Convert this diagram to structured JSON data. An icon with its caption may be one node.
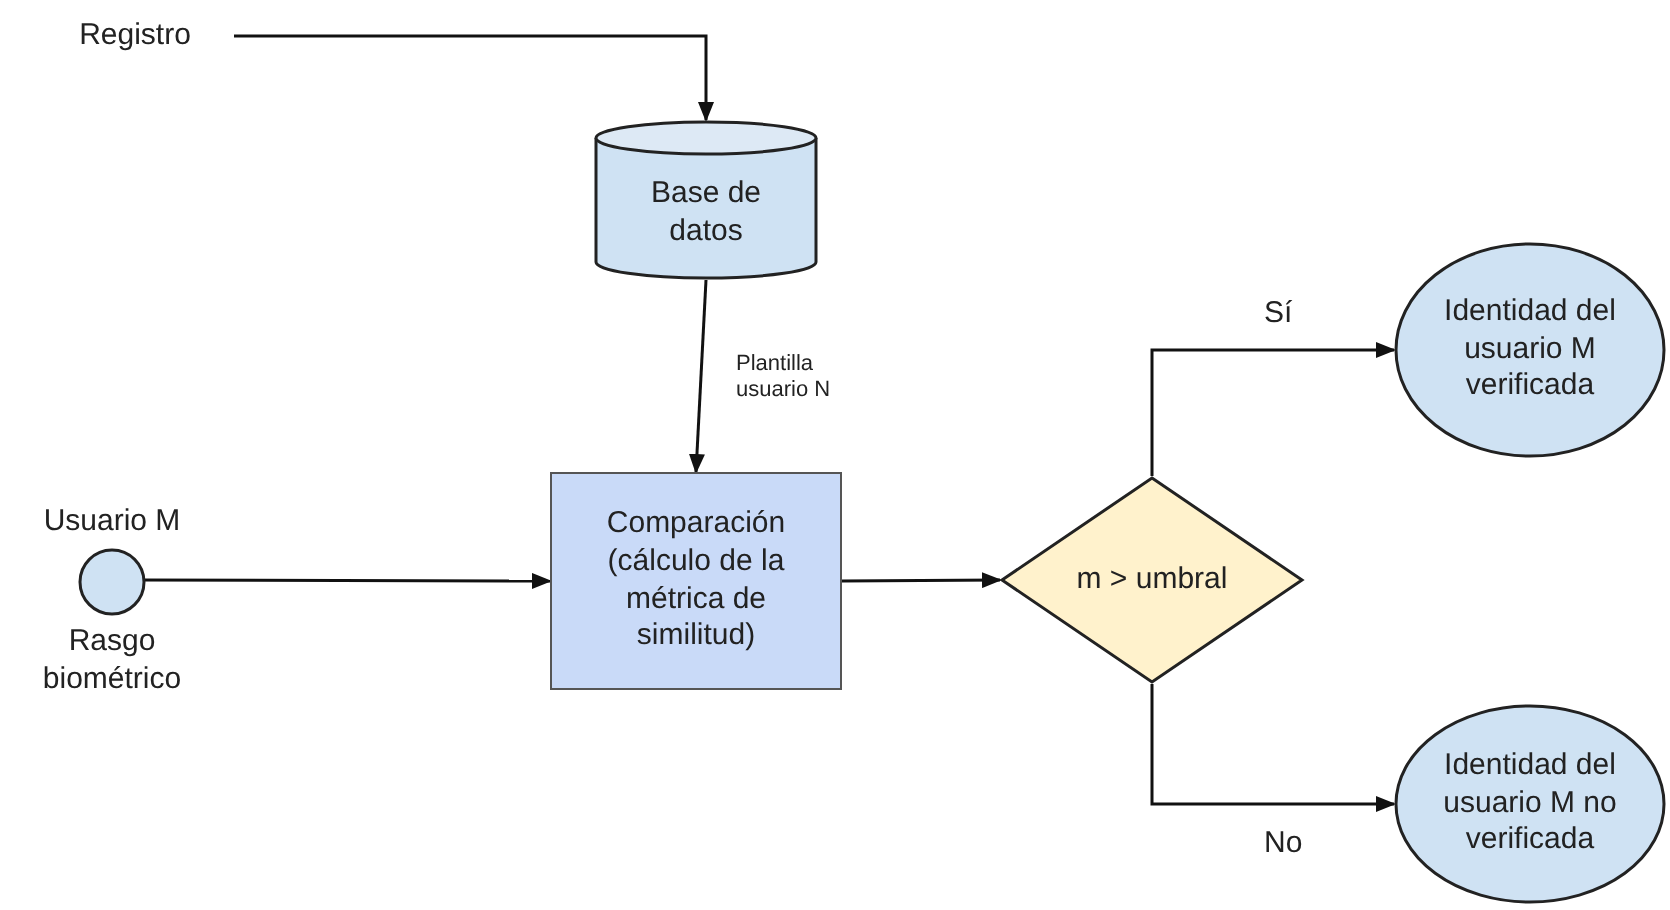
{
  "diagram": {
    "nodes": [
      {
        "text": [
          "Registro"
        ]
      },
      {
        "text": [
          "Base de datos"
        ]
      },
      {
        "text": [
          "Usuario M"
        ],
        "beside": [
          "Rasgo biométrico"
        ]
      },
      {
        "text": [
          "Comparación (cálculo de la métrica de similitud)"
        ]
      },
      {
        "text": [
          "m > umbral"
        ]
      },
      {
        "text": [
          "Identidad del usuario M verificada"
        ]
      },
      {
        "text": [
          "Identidad del usuario M no verificada"
        ]
      }
    ],
    "edges": [
      {
        "from": 0,
        "to": 1,
        "arrow": "to"
      },
      {
        "from": 1,
        "to": 3,
        "arrow": "to",
        "label": "Plantilla usuario N"
      },
      {
        "from": 2,
        "to": 3,
        "arrow": "to"
      },
      {
        "from": 3,
        "to": 4,
        "arrow": "to"
      },
      {
        "from": 4,
        "to": 5,
        "arrow": "to",
        "label": "Sí"
      },
      {
        "from": 4,
        "to": 6,
        "arrow": "to",
        "label": "No"
      }
    ]
  }
}
